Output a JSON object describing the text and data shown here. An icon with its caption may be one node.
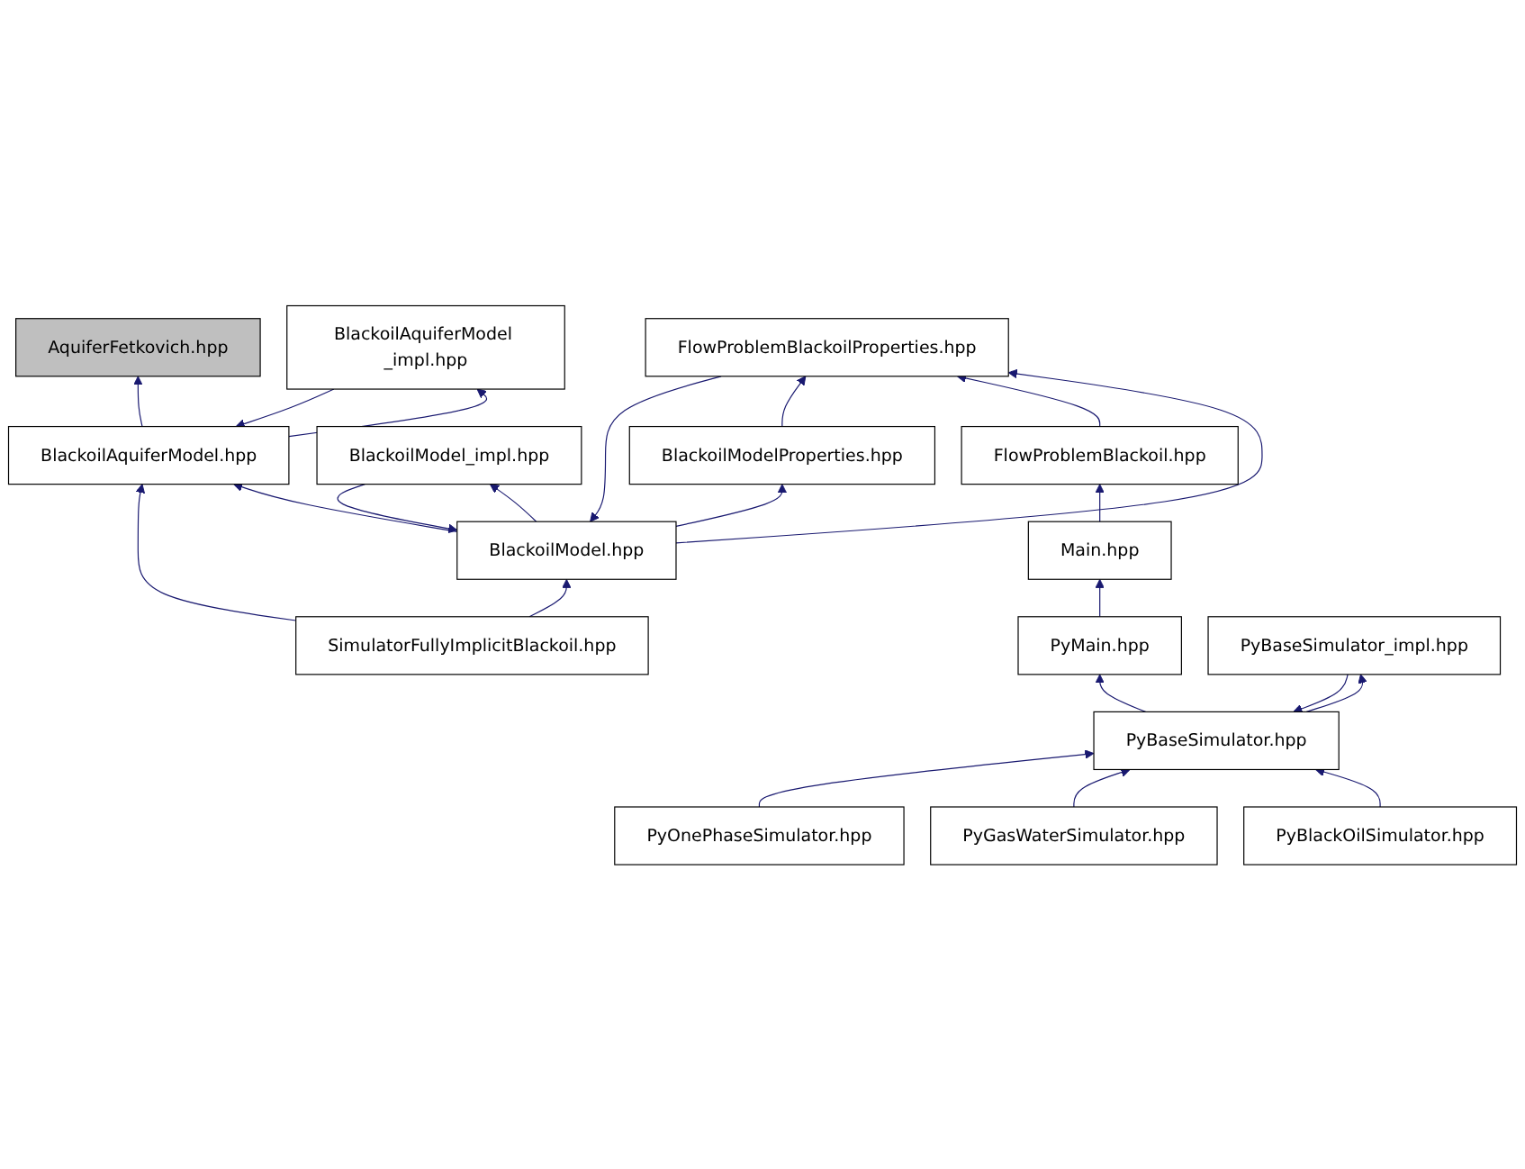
{
  "diagram": {
    "nodes": [
      {
        "text": [
          "AquiferFetkovich.hpp"
        ]
      },
      {
        "text": [
          "BlackoilAquiferModel.hpp"
        ]
      },
      {
        "text": [
          "BlackoilAquiferModel _impl.hpp"
        ]
      },
      {
        "text": [
          "BlackoilModel.hpp"
        ]
      },
      {
        "text": [
          "BlackoilModel_impl.hpp"
        ]
      },
      {
        "text": [
          "FlowProblemBlackoilProperties.hpp"
        ]
      },
      {
        "text": [
          "SimulatorFullyImplicitBlackoil.hpp"
        ]
      },
      {
        "text": [
          "FlowProblemBlackoil.hpp"
        ]
      },
      {
        "text": [
          "BlackoilModelProperties.hpp"
        ]
      },
      {
        "text": [
          "Main.hpp"
        ]
      },
      {
        "text": [
          "PyMain.hpp"
        ]
      },
      {
        "text": [
          "PyBaseSimulator.hpp"
        ]
      },
      {
        "text": [
          "PyBaseSimulator_impl.hpp"
        ]
      },
      {
        "text": [
          "PyBlackOilSimulator.hpp"
        ]
      },
      {
        "text": [
          "PyGasWaterSimulator.hpp"
        ]
      },
      {
        "text": [
          "PyOnePhaseSimulator.hpp"
        ]
      }
    ],
    "edges": [
      {
        "from": 1,
        "to": 0,
        "arrow": "to"
      },
      {
        "from": 2,
        "to": 1,
        "arrow": "to"
      },
      {
        "from": 1,
        "to": 2,
        "arrow": "to"
      },
      {
        "from": 3,
        "to": 1,
        "arrow": "to"
      },
      {
        "from": 6,
        "to": 1,
        "arrow": "to"
      },
      {
        "from": 4,
        "to": 3,
        "arrow": "to"
      },
      {
        "from": 3,
        "to": 4,
        "arrow": "to"
      },
      {
        "from": 5,
        "to": 3,
        "arrow": "to"
      },
      {
        "from": 3,
        "to": 5,
        "arrow": "to"
      },
      {
        "from": 6,
        "to": 3,
        "arrow": "to"
      },
      {
        "from": 3,
        "to": 8,
        "arrow": "to"
      },
      {
        "from": 7,
        "to": 5,
        "arrow": "to"
      },
      {
        "from": 8,
        "to": 5,
        "arrow": "to"
      },
      {
        "from": 9,
        "to": 7,
        "arrow": "to"
      },
      {
        "from": 10,
        "to": 9,
        "arrow": "to"
      },
      {
        "from": 11,
        "to": 10,
        "arrow": "to"
      },
      {
        "from": 12,
        "to": 11,
        "arrow": "to"
      },
      {
        "from": 11,
        "to": 12,
        "arrow": "to"
      },
      {
        "from": 13,
        "to": 11,
        "arrow": "to"
      },
      {
        "from": 14,
        "to": 11,
        "arrow": "to"
      },
      {
        "from": 15,
        "to": 11,
        "arrow": "to"
      }
    ]
  }
}
